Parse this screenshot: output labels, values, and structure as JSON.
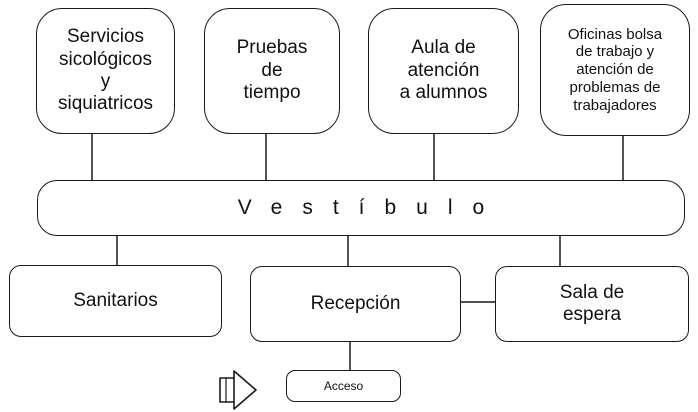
{
  "diagram": {
    "nodes": {
      "servicios": "Servicios\nsicológicos\ny\nsiquiatricos",
      "pruebas": "Pruebas\nde\ntiempo",
      "aula": "Aula de\natención\na alumnos",
      "oficinas": "Oficinas bolsa\nde trabajo y\natención de\nproblemas de\ntrabajadores",
      "vestibulo": "Vestíbulo",
      "sanitarios": "Sanitarios",
      "recepcion": "Recepción",
      "espera": "Sala de\nespera",
      "acceso": "Acceso"
    },
    "connections": [
      [
        "servicios",
        "vestibulo"
      ],
      [
        "pruebas",
        "vestibulo"
      ],
      [
        "aula",
        "vestibulo"
      ],
      [
        "oficinas",
        "vestibulo"
      ],
      [
        "vestibulo",
        "sanitarios"
      ],
      [
        "vestibulo",
        "recepcion"
      ],
      [
        "vestibulo",
        "espera"
      ],
      [
        "recepcion",
        "espera"
      ],
      [
        "recepcion",
        "acceso"
      ]
    ],
    "entrance_icon": "entrance-arrow-icon",
    "line_color": "#1a1a1a"
  }
}
